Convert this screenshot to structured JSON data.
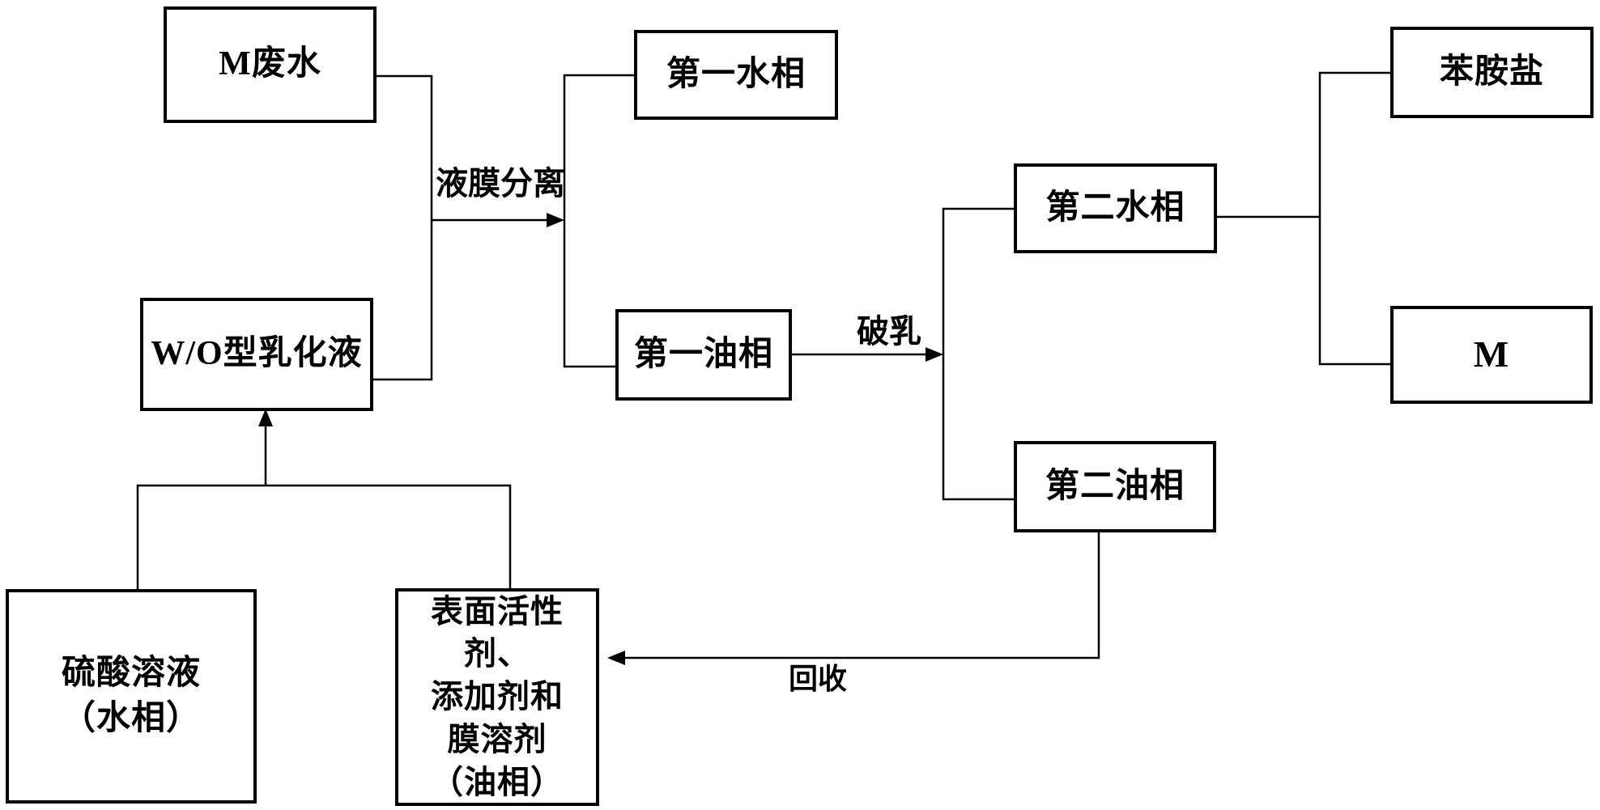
{
  "diagram": {
    "title": "M wastewater liquid-membrane separation flowchart",
    "colors": {
      "background": "#ffffff",
      "line": "#000000",
      "text": "#000000"
    },
    "nodes": {
      "m_wastewater": "M废水",
      "wo_emulsion": "W/O型乳化液",
      "sulfuric_acid": "硫酸溶液\n（水相）",
      "surfactant_mix": "表面活性剂、\n添加剂和\n膜溶剂\n（油相）",
      "first_water_phase": "第一水相",
      "first_oil_phase": "第一油相",
      "second_water_phase": "第二水相",
      "second_oil_phase": "第二油相",
      "aniline_salt": "苯胺盐",
      "m_product": "M"
    },
    "edges": {
      "membrane_separation": "液膜分离",
      "demulsification": "破乳",
      "recovery": "回收"
    }
  }
}
